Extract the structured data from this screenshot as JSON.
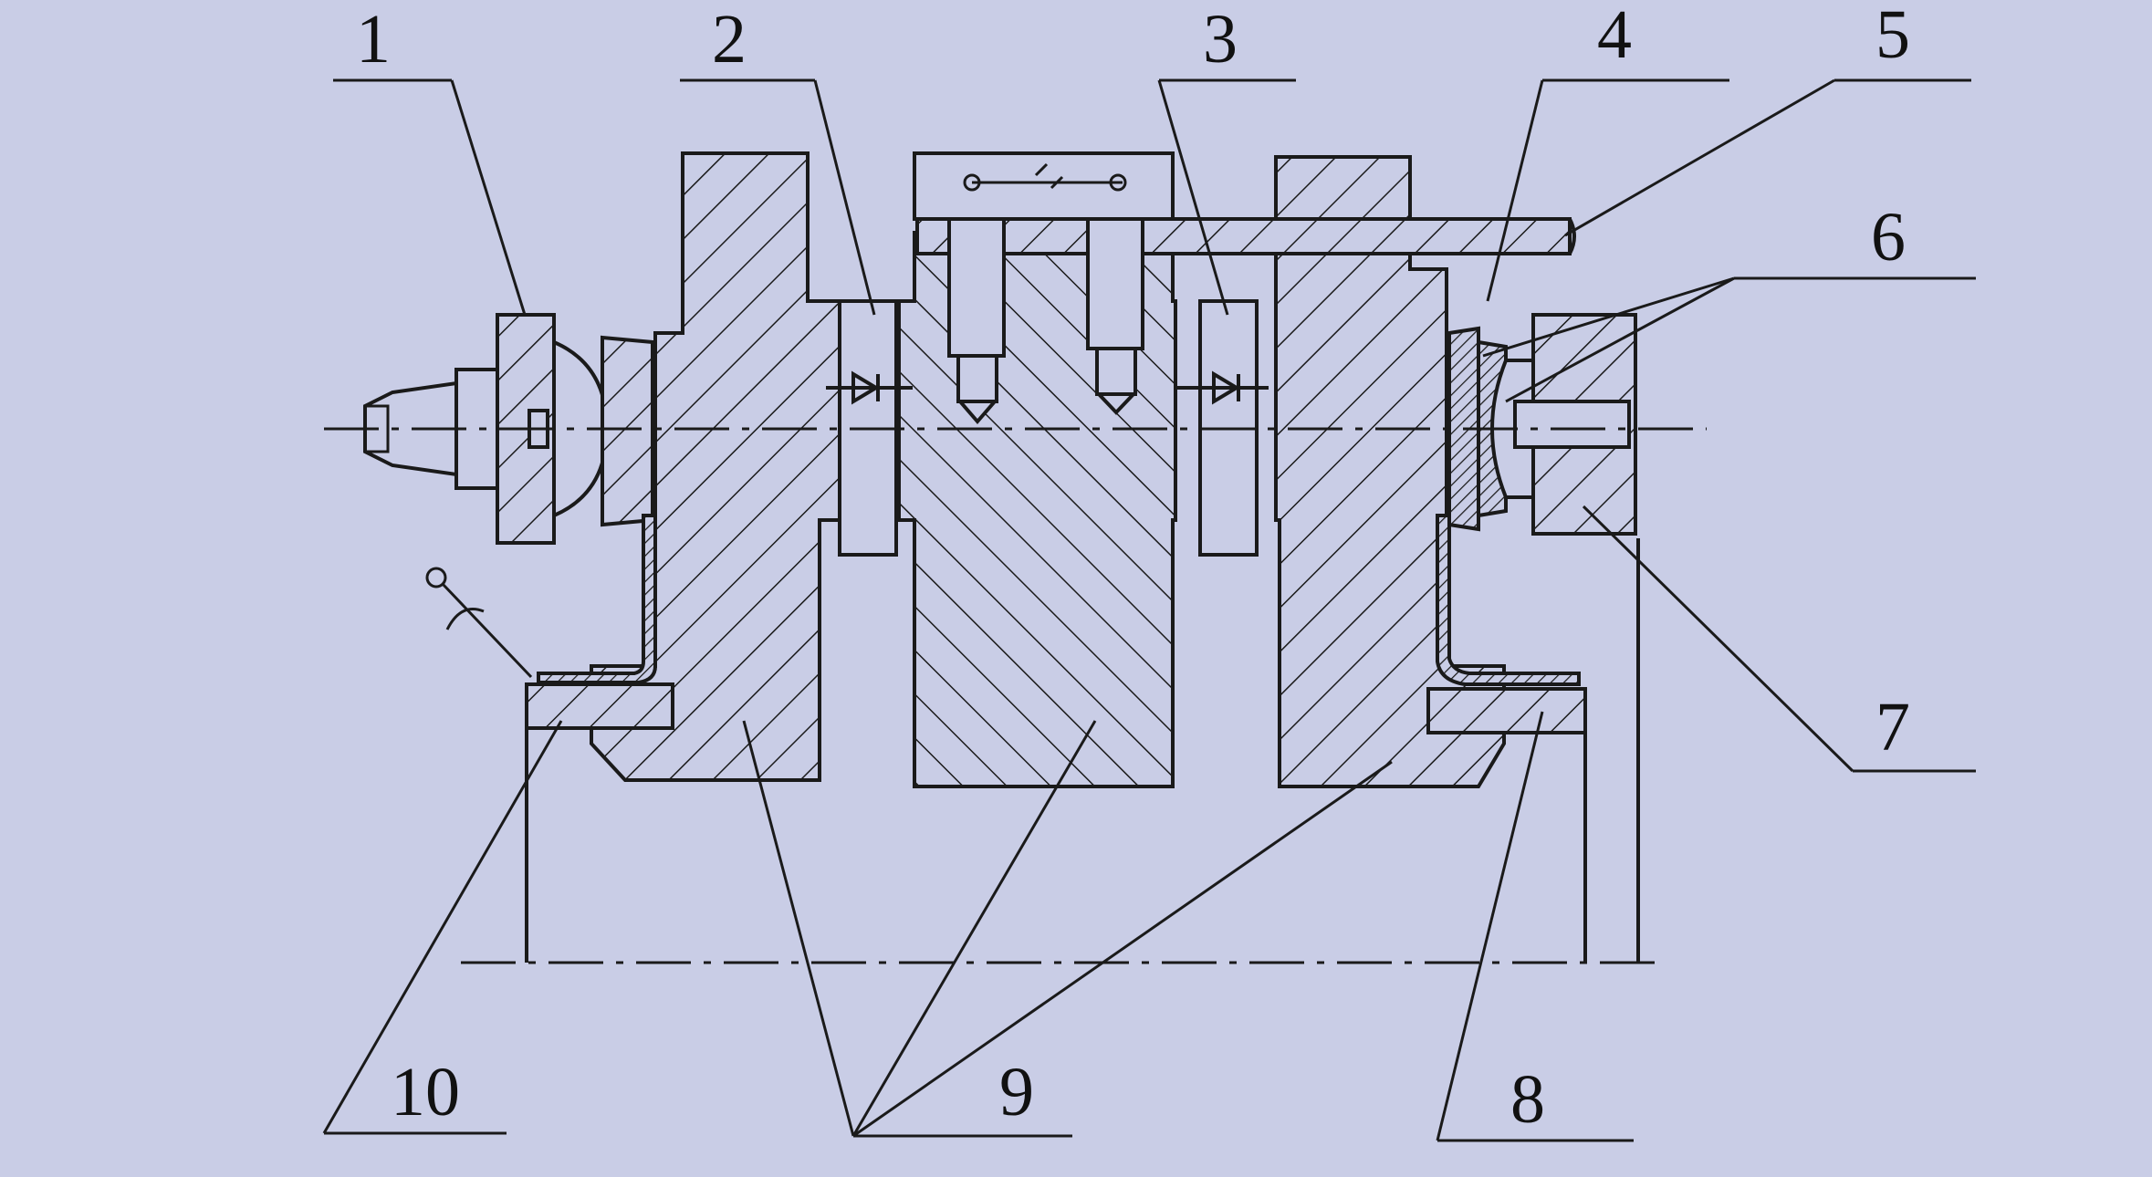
{
  "labels": {
    "l1": "1",
    "l2": "2",
    "l3": "3",
    "l4": "4",
    "l5": "5",
    "l6": "6",
    "l7": "7",
    "l8": "8",
    "l9": "9",
    "l10": "10"
  },
  "colors": {
    "paper": "#c9cde6",
    "ink": "#1a1a1a"
  }
}
